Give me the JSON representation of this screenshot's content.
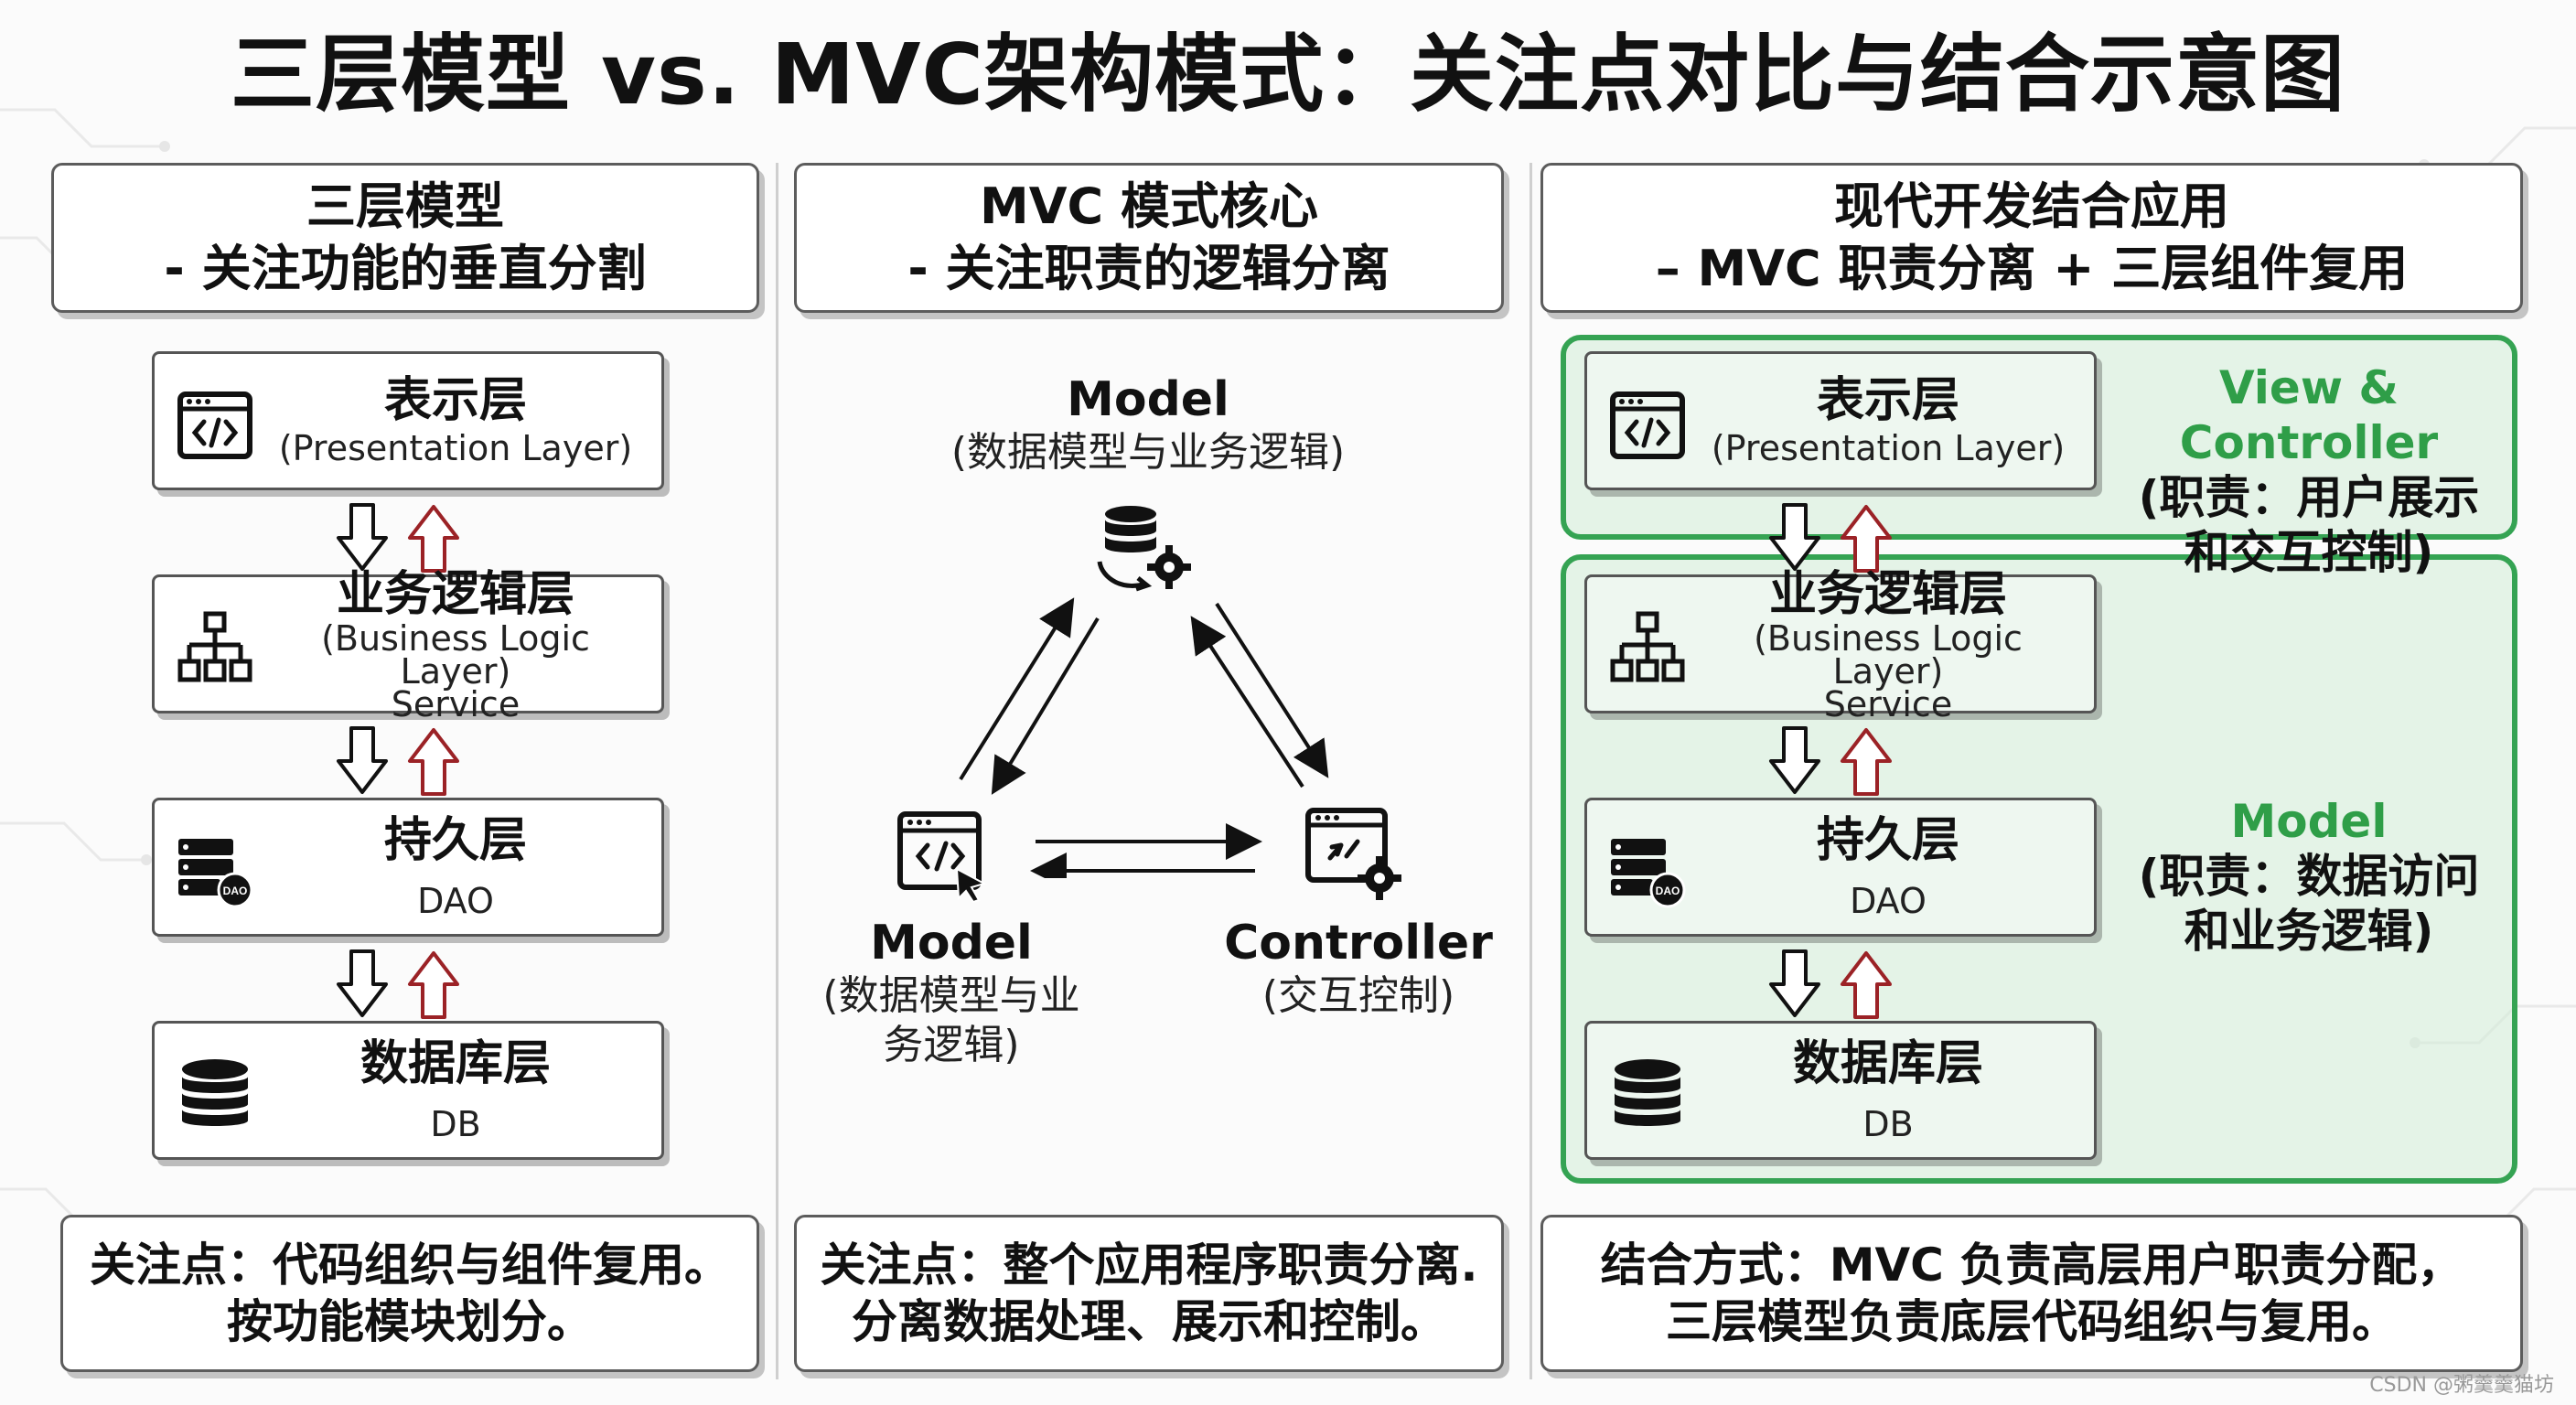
{
  "title": "三层模型 vs. MVC架构模式：关注点对比与结合示意图",
  "columns": {
    "left": {
      "header_line1": "三层模型",
      "header_line2": "- 关注功能的垂直分割",
      "layers": [
        {
          "name": "表示层",
          "sub": "(Presentation Layer)",
          "sub2": "",
          "icon": "code-window-icon"
        },
        {
          "name": "业务逻辑层",
          "sub": "(Business Logic Layer)",
          "sub2": "Service",
          "icon": "hierarchy-icon"
        },
        {
          "name": "持久层",
          "sub": "DAO",
          "sub2": "",
          "icon": "server-dao-icon"
        },
        {
          "name": "数据库层",
          "sub": "DB",
          "sub2": "",
          "icon": "database-icon"
        }
      ],
      "footer_line1": "关注点：代码组织与组件复用。",
      "footer_line2": "按功能模块划分。"
    },
    "middle": {
      "header_line1": "MVC 模式核心",
      "header_line2": "- 关注职责的逻辑分离",
      "top_node": {
        "title": "Model",
        "sub": "(数据模型与业务逻辑)",
        "icon": "database-gear-icon"
      },
      "left_node": {
        "title": "Model",
        "sub_line1": "(数据模型与业",
        "sub_line2": "务逻辑)",
        "icon": "code-window-cursor-icon"
      },
      "right_node": {
        "title": "Controller",
        "sub": "(交互控制)",
        "icon": "window-gear-icon"
      },
      "footer_line1": "关注点：整个应用程序职责分离.",
      "footer_line2": "分离数据处理、展示和控制。"
    },
    "right": {
      "header_line1": "现代开发结合应用",
      "header_line2": "– MVC 职责分离 + 三层组件复用",
      "groups": {
        "view_controller": {
          "title": "View & Controller",
          "line1": "(职责：用户展示",
          "line2": "和交互控制)"
        },
        "model": {
          "title": "Model",
          "line1": "(职责：数据访问",
          "line2": "和业务逻辑)"
        }
      },
      "footer_line1": "结合方式：MVC 负责高层用户职责分配，",
      "footer_line2": "三层模型负责底层代码组织与复用。"
    }
  },
  "colors": {
    "accent_green": "#35a353",
    "arrow_red": "#9b2226",
    "group_fill": "#d2ecd7"
  },
  "credit": "CSDN @粥羹羹猫坊"
}
